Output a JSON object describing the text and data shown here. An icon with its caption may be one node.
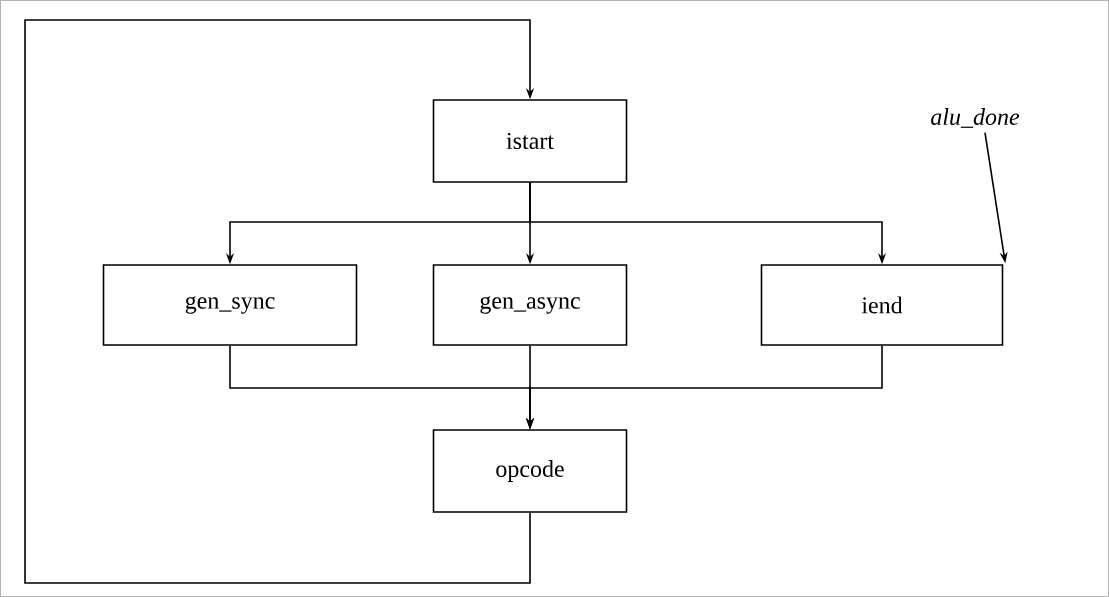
{
  "diagram": {
    "nodes": [
      {
        "text": [
          "istart"
        ]
      },
      {
        "text": [
          "gen_sync"
        ]
      },
      {
        "text": [
          "gen_async"
        ]
      },
      {
        "text": [
          "iend"
        ]
      },
      {
        "text": [
          "opcode"
        ]
      },
      {
        "text": [
          "alu_done"
        ]
      }
    ],
    "edges": [
      {
        "from": 0,
        "to": 1,
        "arrow": "to"
      },
      {
        "from": 0,
        "to": 2,
        "arrow": "to"
      },
      {
        "from": 0,
        "to": 3,
        "arrow": "to"
      },
      {
        "from": 1,
        "to": 4,
        "arrow": "to"
      },
      {
        "from": 2,
        "to": 4,
        "arrow": "to"
      },
      {
        "from": 3,
        "to": 4,
        "arrow": "to"
      },
      {
        "from": 4,
        "to": 0,
        "arrow": "to"
      },
      {
        "from": 5,
        "to": 3,
        "arrow": "to"
      }
    ]
  }
}
